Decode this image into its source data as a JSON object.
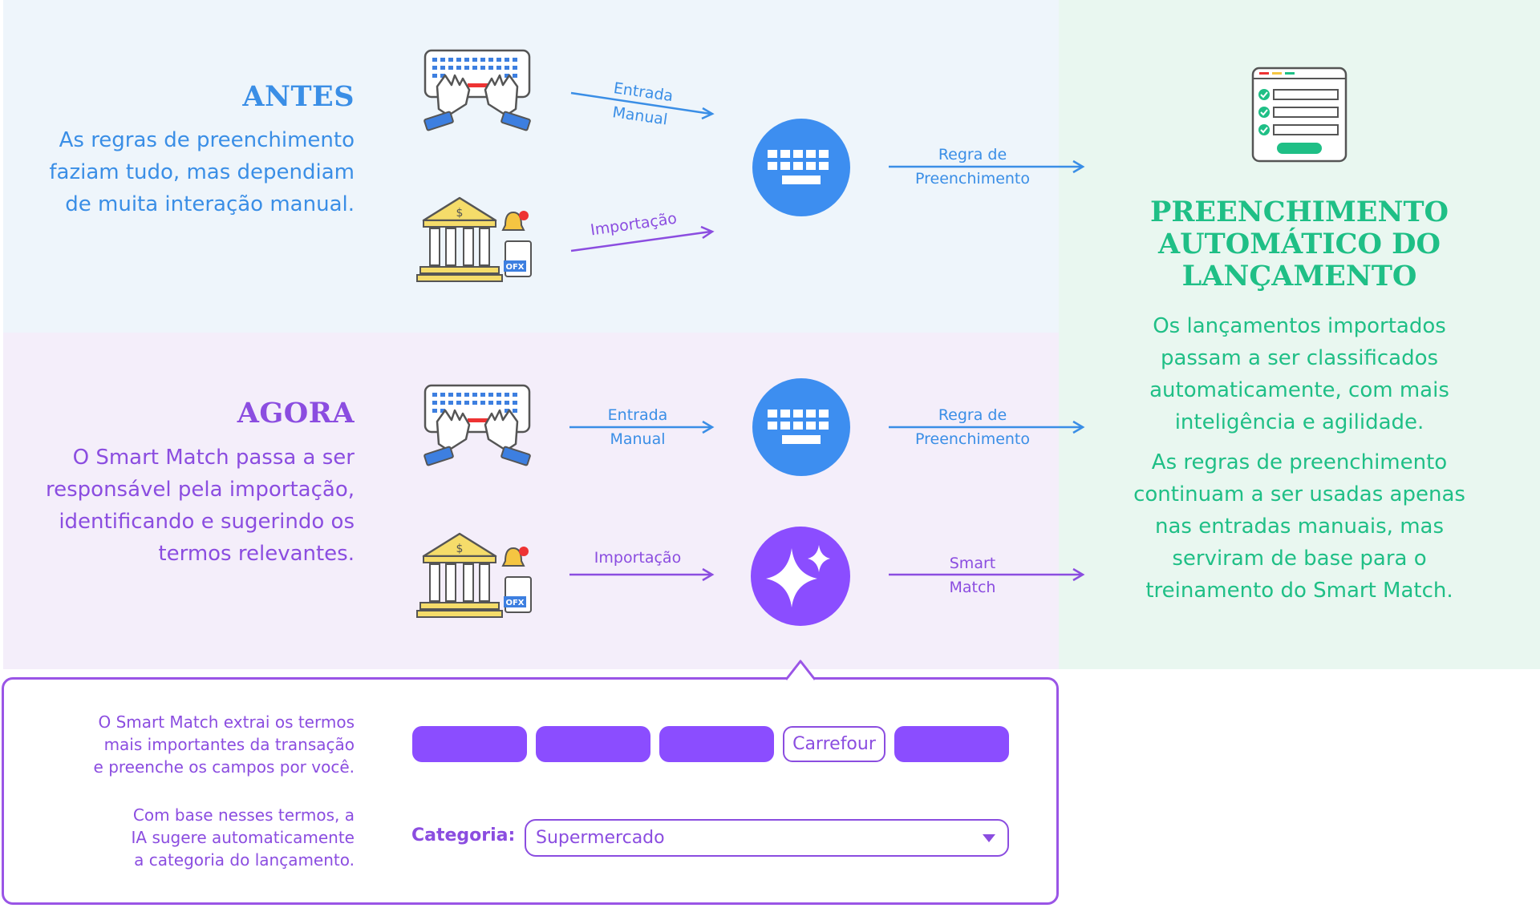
{
  "before": {
    "heading": "ANTES",
    "text": "As regras de preenchimento faziam tudo, mas dependiam de muita interação manual.",
    "flow_manual_line1": "Entrada",
    "flow_manual_line2": "Manual",
    "flow_import": "Importação",
    "flow_rule_line1": "Regra de",
    "flow_rule_line2": "Preenchimento"
  },
  "now": {
    "heading": "AGORA",
    "text": "O Smart Match passa a ser responsável pela importação, identificando e sugerindo os termos relevantes.",
    "flow_manual_line1": "Entrada",
    "flow_manual_line2": "Manual",
    "flow_rule_line1": "Regra de",
    "flow_rule_line2": "Preenchimento",
    "flow_import": "Importação",
    "flow_smart_line1": "Smart",
    "flow_smart_line2": "Match"
  },
  "result": {
    "heading_line1": "PREENCHIMENTO",
    "heading_line2": "AUTOMÁTICO DO",
    "heading_line3": "LANÇAMENTO",
    "text1": "Os lançamentos importados passam a ser classificados automaticamente, com mais inteligência e agilidade.",
    "text2": "As regras de preenchimento continuam a ser usadas apenas nas entradas manuais, mas serviram de base para o treinamento do Smart Match."
  },
  "panel": {
    "text1_line1": "O Smart Match extrai os termos",
    "text1_line2": "mais importantes da transação",
    "text1_line3": "e preenche os campos por você.",
    "text2_line1": "Com base nesses termos, a",
    "text2_line2": "IA sugere automaticamente",
    "text2_line3": "a categoria do lançamento.",
    "highlight_term": "Carrefour",
    "category_label": "Categoria:",
    "category_value": "Supermercado"
  },
  "icons": {
    "keyboard_hands": "keyboard-hands-icon",
    "bank": "bank-icon",
    "bell": "bell-icon",
    "ofx_file": "ofx-file-icon",
    "keyboard_circle": "keyboard-icon",
    "sparkle_circle": "sparkle-icon",
    "form_check": "form-checklist-icon",
    "ofx_label": "OFX"
  },
  "colors": {
    "blue": "#3a8ee6",
    "purple": "#8b4de0",
    "green": "#1fbf86",
    "circle_blue": "#3d8ef0",
    "circle_purple": "#8b4dff"
  }
}
